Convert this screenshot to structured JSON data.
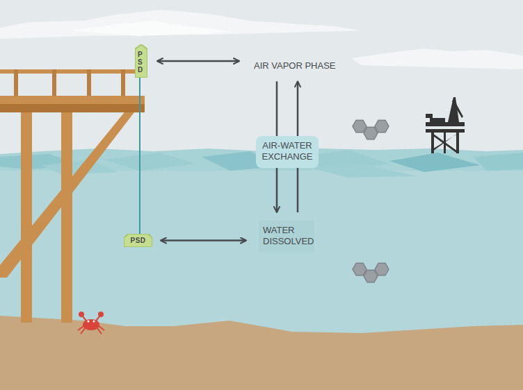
{
  "diagram": {
    "nodes": [
      {
        "text": [
          "PSD"
        ]
      },
      {
        "text": [
          "AIR VAPOR PHASE"
        ]
      },
      {
        "text": [
          "AIR-WATER EXCHANGE"
        ]
      },
      {
        "text": [
          "PSD"
        ]
      },
      {
        "text": [
          "WATER DISSOLVED"
        ]
      }
    ],
    "edges": [
      {
        "from": 0,
        "to": 1,
        "arrow": "both"
      },
      {
        "from": 1,
        "to": 4,
        "arrow": "to"
      },
      {
        "from": 4,
        "to": 1,
        "arrow": "to"
      },
      {
        "from": 3,
        "to": 4,
        "arrow": "both"
      }
    ]
  }
}
